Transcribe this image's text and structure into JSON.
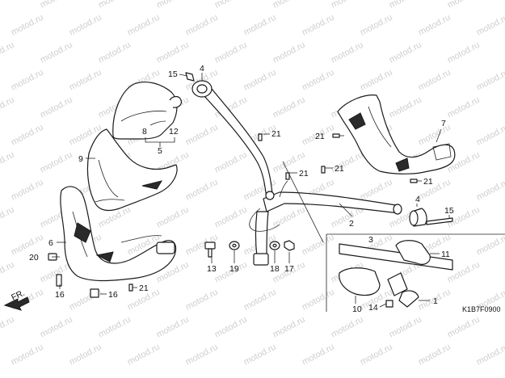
{
  "watermark": "motod.ru",
  "diagram_code": "K1B7F0900",
  "direction_label": "FR.",
  "callouts": [
    {
      "id": "c15a",
      "text": "15"
    },
    {
      "id": "c4a",
      "text": "4"
    },
    {
      "id": "c8",
      "text": "8"
    },
    {
      "id": "c12",
      "text": "12"
    },
    {
      "id": "c5",
      "text": "5"
    },
    {
      "id": "c9",
      "text": "9"
    },
    {
      "id": "c21a",
      "text": "21"
    },
    {
      "id": "c21b",
      "text": "21"
    },
    {
      "id": "c21c",
      "text": "21"
    },
    {
      "id": "c21d",
      "text": "21"
    },
    {
      "id": "c21e",
      "text": "21"
    },
    {
      "id": "c21f",
      "text": "21"
    },
    {
      "id": "c7",
      "text": "7"
    },
    {
      "id": "c6",
      "text": "6"
    },
    {
      "id": "c20",
      "text": "20"
    },
    {
      "id": "c16a",
      "text": "16"
    },
    {
      "id": "c16b",
      "text": "16"
    },
    {
      "id": "c13",
      "text": "13"
    },
    {
      "id": "c19",
      "text": "19"
    },
    {
      "id": "c18",
      "text": "18"
    },
    {
      "id": "c17",
      "text": "17"
    },
    {
      "id": "c2",
      "text": "2"
    },
    {
      "id": "c4b",
      "text": "4"
    },
    {
      "id": "c15b",
      "text": "15"
    },
    {
      "id": "c3",
      "text": "3"
    },
    {
      "id": "c11",
      "text": "11"
    },
    {
      "id": "c10",
      "text": "10"
    },
    {
      "id": "c14",
      "text": "14"
    },
    {
      "id": "c1",
      "text": "1"
    }
  ]
}
